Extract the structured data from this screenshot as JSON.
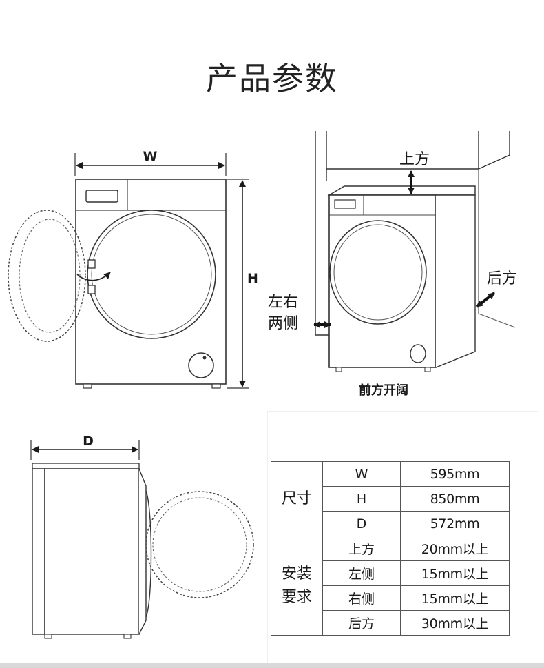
{
  "title": "产品参数",
  "front_view": {
    "width_label": "W",
    "height_label": "H"
  },
  "install_view": {
    "top_label": "上方",
    "back_label": "后方",
    "side_label_line1": "左右",
    "side_label_line2": "两侧",
    "front_label": "前方开阔"
  },
  "side_view": {
    "depth_label": "D"
  },
  "spec_table": {
    "size_group": "尺寸",
    "install_group_line1": "安装",
    "install_group_line2": "要求",
    "rows": [
      {
        "key": "W",
        "value": "595mm"
      },
      {
        "key": "H",
        "value": "850mm"
      },
      {
        "key": "D",
        "value": "572mm"
      },
      {
        "key": "上方",
        "value": "20mm以上"
      },
      {
        "key": "左侧",
        "value": "15mm以上"
      },
      {
        "key": "右侧",
        "value": "15mm以上"
      },
      {
        "key": "后方",
        "value": "30mm以上"
      }
    ]
  }
}
